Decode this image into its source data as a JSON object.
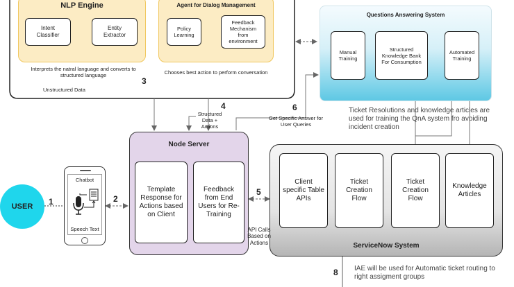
{
  "nlp_engine": {
    "title": "NLP Engine",
    "intent_classifier": "Intent Classifier",
    "entity_extractor": "Entity Extractor",
    "caption": "Interprets the natral language and converts to structured language"
  },
  "dialog_agent": {
    "title": "Agent for Dialog Management",
    "policy_learning": "Policy Learning",
    "feedback_mechanism": "Feedback Mechanism from environment",
    "caption": "Chooses best action to perform conversation"
  },
  "unstructured_data": "Unstructured Data",
  "qa_system": {
    "title": "Questions Answering System",
    "manual_training": "Manual Training",
    "knowledge_bank": "Structured Knowledge Bank For Consumption",
    "automated_training": "Automated Training"
  },
  "ticket_note": "Ticket Resolutions and knowledge articles are used for training the QnA system fro avoiding incident creation",
  "node_server": {
    "title": "Node Server",
    "template_response": "Template Response for Actions based on Client",
    "feedback_users": "Feedback from End Users for Re-Training"
  },
  "servicenow": {
    "title": "ServiceNow System",
    "client_apis": "Client specific Table APIs",
    "ticket_creation_1": "Ticket Creation Flow",
    "ticket_creation_2": "Ticket Creation Flow",
    "knowledge_articles": "Knowledge Articles"
  },
  "user": "USER",
  "phone": {
    "title": "Chatbot",
    "caption": "Speech Text"
  },
  "labels": {
    "structured_data": "Structured Data + Actions",
    "specific_answer": "Get Specific Answer for User Queries",
    "api_calls": "API Calls Based on Actions",
    "iae_note": "IAE will be used for Automatic ticket routing to right assigment groups"
  },
  "steps": [
    "1",
    "2",
    "3",
    "4",
    "5",
    "6",
    "8"
  ],
  "colors": {
    "nlp_fill": "#fcecc4",
    "nlp_border": "#f0c75e",
    "qa_top": "#f4fbfe",
    "qa_bottom": "#5ec8e4",
    "node_fill": "#e3d5ea",
    "servicenow_top": "#f5f5f5",
    "servicenow_bottom": "#b5b5b5",
    "user_fill": "#1fd6ec"
  }
}
